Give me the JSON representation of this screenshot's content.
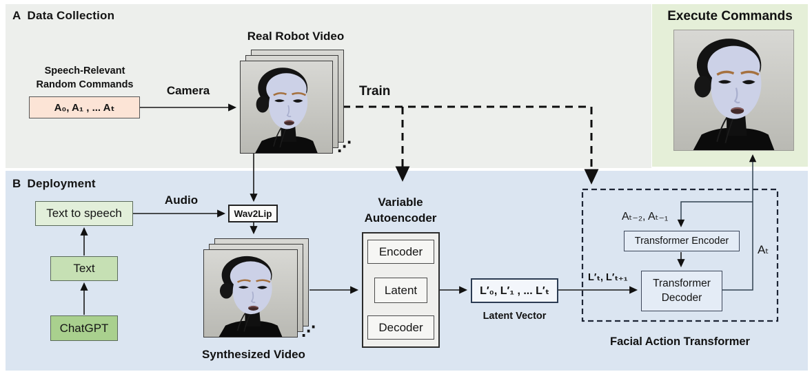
{
  "sections": {
    "data_collection": {
      "marker": "A",
      "title": "Data Collection"
    },
    "deployment": {
      "marker": "B",
      "title": "Deployment"
    },
    "execute": {
      "title": "Execute Commands"
    }
  },
  "labels": {
    "speech_commands": "Speech-Relevant Random Commands",
    "camera": "Camera",
    "real_robot_video": "Real Robot Video",
    "train": "Train",
    "audio": "Audio",
    "synthesized_video": "Synthesized Video",
    "variable_autoencoder": "Variable Autoencoder",
    "latent_vector": "Latent Vector",
    "latent_input": "L′ₜ, L′ₜ₊₁",
    "prev_actions": "Aₜ₋₂, Aₜ₋₁",
    "action_output": "Aₜ",
    "facial_action_transformer": "Facial Action Transformer",
    "stack_ellipsis": "⋰"
  },
  "boxes": {
    "random_commands": "A₀, A₁ , ... Aₜ",
    "text_to_speech": "Text to speech",
    "text": "Text",
    "chatgpt": "ChatGPT",
    "wav2lip": "Wav2Lip",
    "encoder": "Encoder",
    "latent": "Latent",
    "decoder": "Decoder",
    "latent_sequence": "L′₀, L′₁ , ... L′ₜ",
    "transformer_encoder": "Transformer Encoder",
    "transformer_decoder": "Transformer Decoder"
  },
  "colors": {
    "panel-gray": "#edefec",
    "panel-green": "#e5efd8",
    "panel-blue": "#dbe5f1",
    "box-peach": "#fce4d6",
    "box-green-light": "#e2efda",
    "box-green-mid": "#c6e0b4",
    "box-green-dark": "#a9d08e",
    "box-white": "#fbfbfa",
    "box-gray": "#efefed",
    "box-inner-gray": "#f6f6f4",
    "box-blue-light": "#e4ecf6",
    "box-latent-vec": "#f3f6fb",
    "line-dark": "#161616",
    "border-dark": "#555555",
    "border-navy": "#2b3b52",
    "text-dark": "#141414"
  }
}
